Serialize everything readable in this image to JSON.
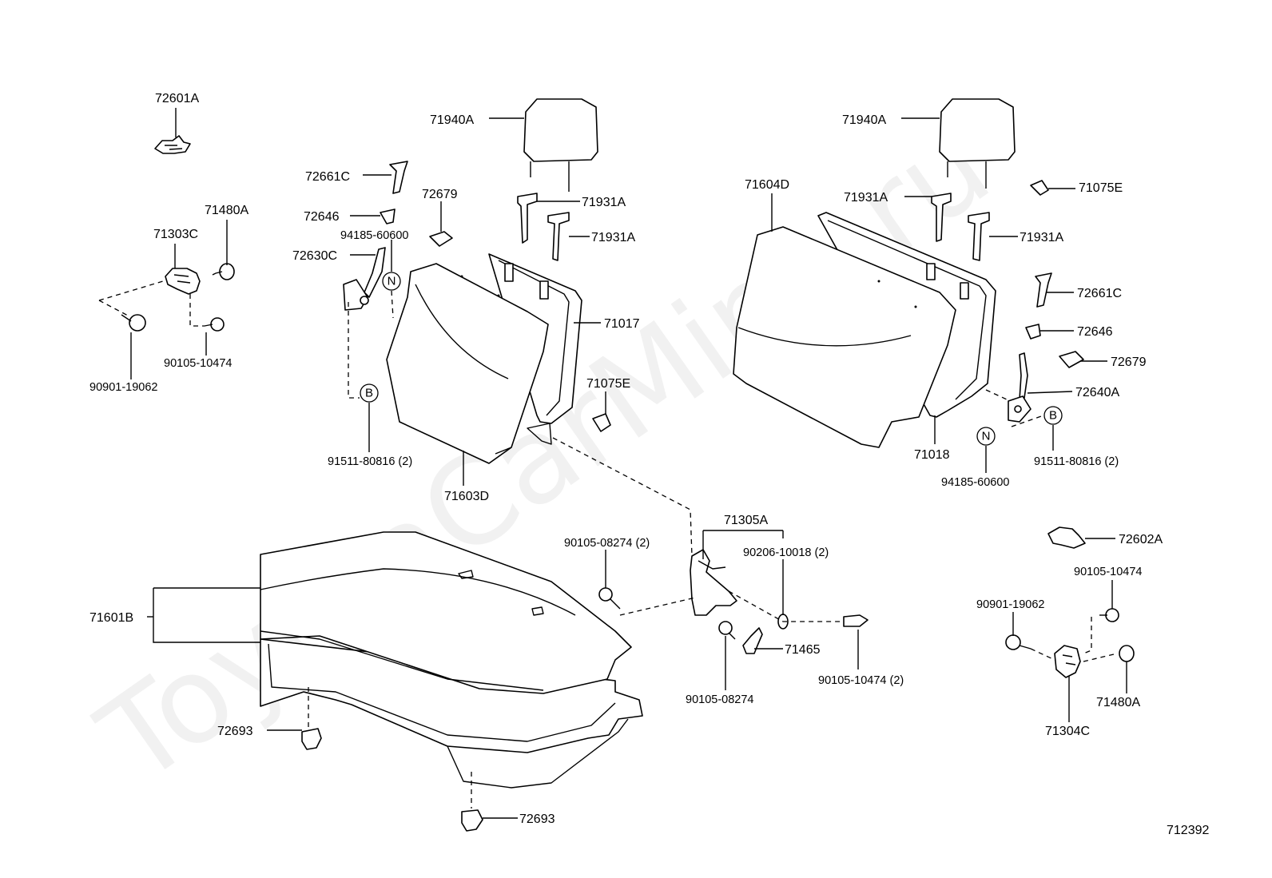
{
  "watermark": "ToyotaCarMine.ru",
  "diagram_id": "712392",
  "callouts": {
    "n": "N",
    "b": "B"
  },
  "labels": {
    "72601A": "72601A",
    "71480A_l": "71480A",
    "71303C": "71303C",
    "90105_10474_l": "90105-10474",
    "90901_19062_l": "90901-19062",
    "72661C_l": "72661C",
    "72646_l": "72646",
    "94185_60600_l": "94185-60600",
    "72630C": "72630C",
    "72679_l": "72679",
    "91511_80816_l": "91511-80816 (2)",
    "71940A_l": "71940A",
    "71931A_l1": "71931A",
    "71931A_l2": "71931A",
    "71017": "71017",
    "71075E_l": "71075E",
    "71603D": "71603D",
    "71940A_r": "71940A",
    "71604D": "71604D",
    "71931A_r1": "71931A",
    "71931A_r2": "71931A",
    "71075E_r": "71075E",
    "72661C_r": "72661C",
    "72646_r": "72646",
    "72679_r": "72679",
    "72640A": "72640A",
    "91511_80816_r": "91511-80816 (2)",
    "71018": "71018",
    "94185_60600_r": "94185-60600",
    "71305A": "71305A",
    "90105_08274_2": "90105-08274 (2)",
    "90206_10018": "90206-10018 (2)",
    "71465": "71465",
    "90105_08274": "90105-08274",
    "90105_10474_2": "90105-10474 (2)",
    "71601B": "71601B",
    "72693_a": "72693",
    "72693_b": "72693",
    "72602A": "72602A",
    "90105_10474_r": "90105-10474",
    "90901_19062_r": "90901-19062",
    "71480A_r": "71480A",
    "71304C": "71304C"
  }
}
